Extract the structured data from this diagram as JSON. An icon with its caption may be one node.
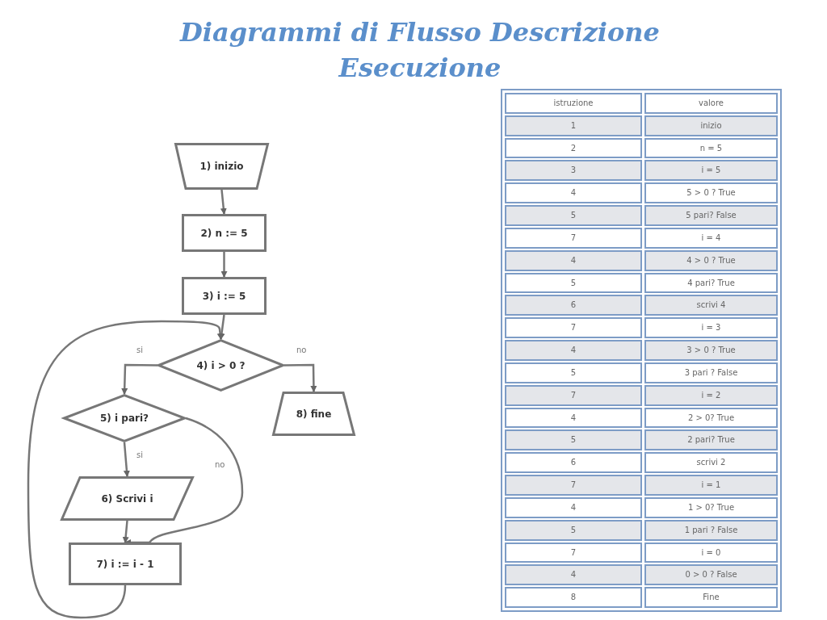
{
  "diagram": {
    "title": "Diagrammi di Flusso Descrizione Esecuzione",
    "nodes": [
      {
        "text": [
          "1) inizio"
        ]
      },
      {
        "text": [
          "2) n := 5"
        ]
      },
      {
        "text": [
          "3) i := 5"
        ]
      },
      {
        "text": [
          "4) i > 0 ?"
        ]
      },
      {
        "text": [
          "5) i pari?"
        ]
      },
      {
        "text": [
          "6) Scrivi i"
        ]
      },
      {
        "text": [
          "7) i := i - 1"
        ]
      },
      {
        "text": [
          "8) fine"
        ]
      }
    ],
    "edges": [
      {
        "from": 0,
        "to": 1,
        "arrow": "to"
      },
      {
        "from": 1,
        "to": 2,
        "arrow": "to"
      },
      {
        "from": 2,
        "to": 3,
        "arrow": "to"
      },
      {
        "from": 3,
        "to": 4,
        "arrow": "to",
        "label": "si"
      },
      {
        "from": 3,
        "to": 7,
        "arrow": "to",
        "label": "no"
      },
      {
        "from": 4,
        "to": 5,
        "arrow": "to",
        "label": "si"
      },
      {
        "from": 4,
        "to": 6,
        "arrow": "to",
        "label": "no"
      },
      {
        "from": 5,
        "to": 6,
        "arrow": "to"
      },
      {
        "from": 6,
        "to": 3,
        "arrow": "to"
      }
    ],
    "labels": [
      "istruzione",
      "valore",
      "1",
      "inizio",
      "2",
      "n = 5",
      "3",
      "i = 5",
      "4",
      "5 > 0 ? True",
      "5",
      "5 pari? False",
      "7",
      "i = 4",
      "4",
      "4 > 0 ? True",
      "5",
      "4 pari? True",
      "6",
      "scrivi 4",
      "7",
      "i = 3",
      "4",
      "3 > 0 ? True",
      "5",
      "3 pari ? False",
      "7",
      "i = 2",
      "4",
      "2 > 0? True",
      "5",
      "2 pari? True",
      "6",
      "scrivi 2",
      "7",
      "i = 1",
      "4",
      "1 > 0? True",
      "5",
      "1 pari ? False",
      "7",
      "i = 0",
      "4",
      "0 > 0 ? False",
      "8",
      "Fine"
    ]
  }
}
